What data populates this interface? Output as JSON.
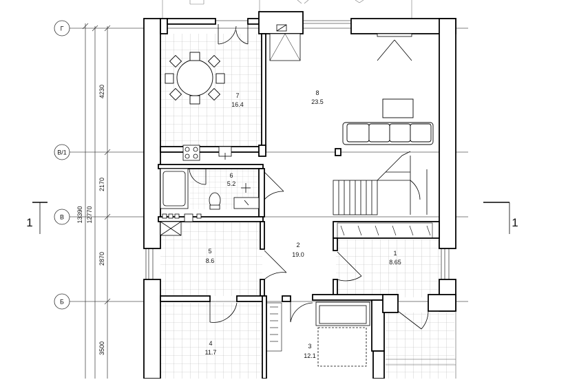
{
  "axes": [
    "Г",
    "В/1",
    "В",
    "Б"
  ],
  "dimensions": {
    "segments": [
      "4230",
      "2170",
      "2870",
      "3500"
    ],
    "total_inner": "12770",
    "total_outer": "13390"
  },
  "section_markers": [
    "1",
    "1"
  ],
  "rooms": [
    {
      "num": "7",
      "area": "16.4"
    },
    {
      "num": "8",
      "area": "23.5"
    },
    {
      "num": "6",
      "area": "5.2"
    },
    {
      "num": "5",
      "area": "8.6"
    },
    {
      "num": "2",
      "area": "19.0"
    },
    {
      "num": "1",
      "area": "8.65"
    },
    {
      "num": "4",
      "area": "11.7"
    },
    {
      "num": "3",
      "area": "12.1"
    }
  ]
}
